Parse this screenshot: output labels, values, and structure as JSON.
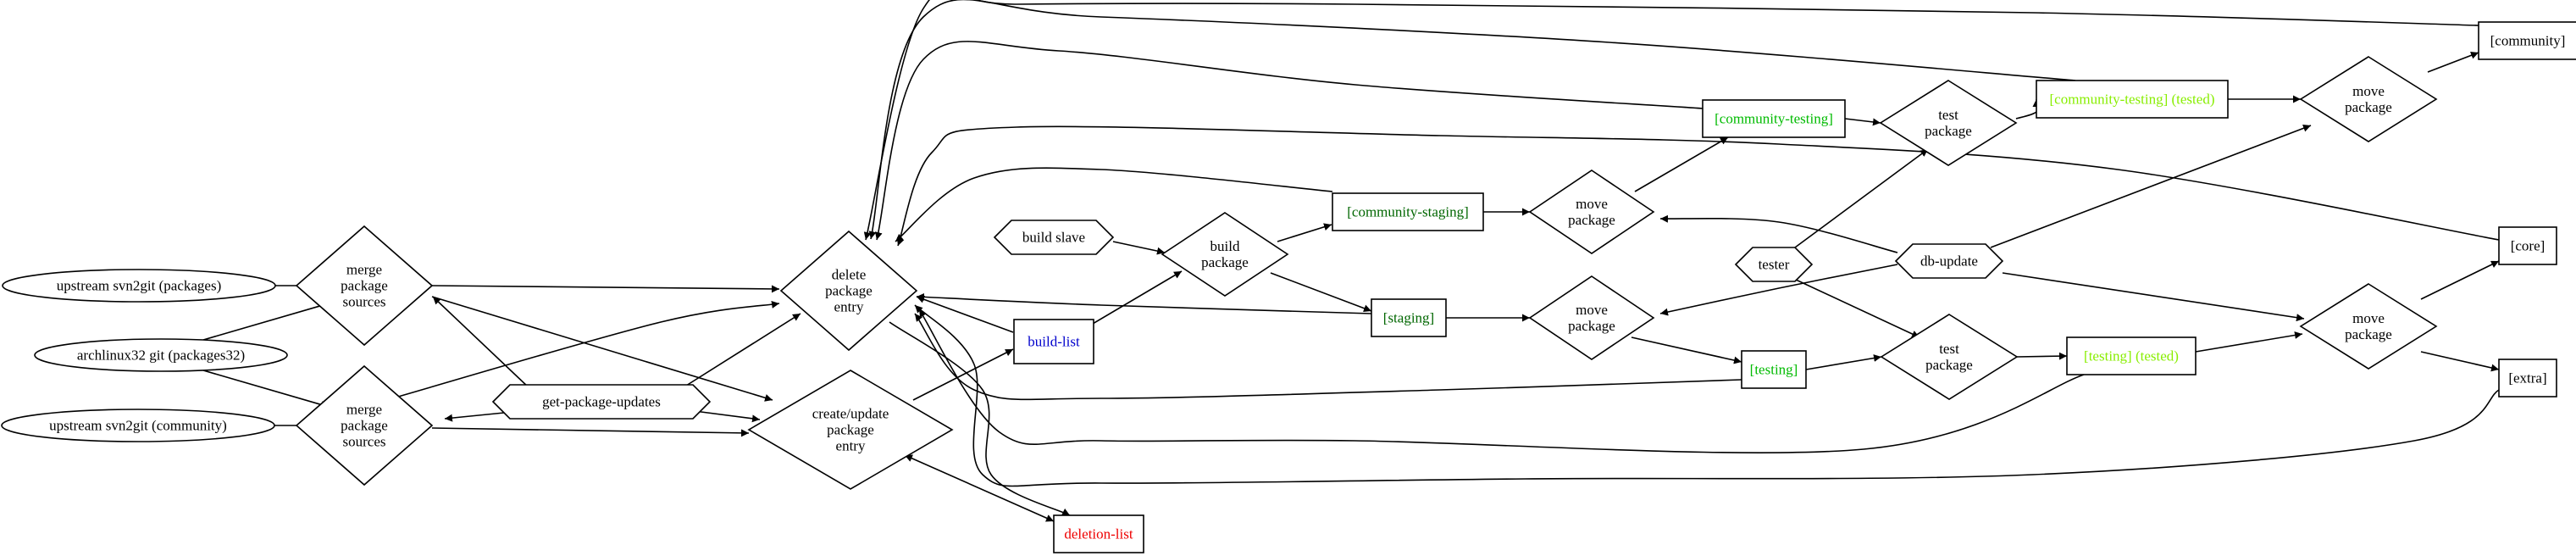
{
  "nodes": [
    {
      "id": "svn_pkg",
      "shape": "ellipse",
      "lines": [
        "upstream svn2git (packages)"
      ],
      "color": "#000000"
    },
    {
      "id": "a32",
      "shape": "ellipse",
      "lines": [
        "archlinux32 git (packages32)"
      ],
      "color": "#000000"
    },
    {
      "id": "svn_com",
      "shape": "ellipse",
      "lines": [
        "upstream svn2git (community)"
      ],
      "color": "#000000"
    },
    {
      "id": "merge1",
      "shape": "diamond",
      "lines": [
        "merge",
        "package",
        "sources"
      ],
      "color": "#000000"
    },
    {
      "id": "merge2",
      "shape": "diamond",
      "lines": [
        "merge",
        "package",
        "sources"
      ],
      "color": "#000000"
    },
    {
      "id": "gpu",
      "shape": "hexagon",
      "lines": [
        "get-package-updates"
      ],
      "color": "#000000"
    },
    {
      "id": "del",
      "shape": "diamond",
      "lines": [
        "delete",
        "package",
        "entry"
      ],
      "color": "#000000"
    },
    {
      "id": "cu",
      "shape": "diamond",
      "lines": [
        "create/update",
        "package",
        "entry"
      ],
      "color": "#000000"
    },
    {
      "id": "bl",
      "shape": "box",
      "lines": [
        "build-list"
      ],
      "color": "#0000cc"
    },
    {
      "id": "dl",
      "shape": "box",
      "lines": [
        "deletion-list"
      ],
      "color": "#ee0000"
    },
    {
      "id": "bs",
      "shape": "hexagon",
      "lines": [
        "build slave"
      ],
      "color": "#000000"
    },
    {
      "id": "build",
      "shape": "diamond",
      "lines": [
        "build",
        "package"
      ],
      "color": "#000000"
    },
    {
      "id": "cstg",
      "shape": "box",
      "lines": [
        "[community-staging]"
      ],
      "color": "#006600"
    },
    {
      "id": "stg",
      "shape": "box",
      "lines": [
        "[staging]"
      ],
      "color": "#006600"
    },
    {
      "id": "mv1",
      "shape": "diamond",
      "lines": [
        "move",
        "package"
      ],
      "color": "#000000"
    },
    {
      "id": "mv2",
      "shape": "diamond",
      "lines": [
        "move",
        "package"
      ],
      "color": "#000000"
    },
    {
      "id": "ctst",
      "shape": "box",
      "lines": [
        "[community-testing]"
      ],
      "color": "#00bb00"
    },
    {
      "id": "tst",
      "shape": "box",
      "lines": [
        "[testing]"
      ],
      "color": "#00bb00"
    },
    {
      "id": "tester",
      "shape": "hexagon",
      "lines": [
        "tester"
      ],
      "color": "#000000"
    },
    {
      "id": "dbu",
      "shape": "hexagon",
      "lines": [
        "db-update"
      ],
      "color": "#000000"
    },
    {
      "id": "tp1",
      "shape": "diamond",
      "lines": [
        "test",
        "package"
      ],
      "color": "#000000"
    },
    {
      "id": "tp2",
      "shape": "diamond",
      "lines": [
        "test",
        "package"
      ],
      "color": "#000000"
    },
    {
      "id": "ctt",
      "shape": "box",
      "lines": [
        "[community-testing] (tested)"
      ],
      "color": "#88ee00"
    },
    {
      "id": "tt",
      "shape": "box",
      "lines": [
        "[testing] (tested)"
      ],
      "color": "#88ee00"
    },
    {
      "id": "mv3",
      "shape": "diamond",
      "lines": [
        "move",
        "package"
      ],
      "color": "#000000"
    },
    {
      "id": "mv4",
      "shape": "diamond",
      "lines": [
        "move",
        "package"
      ],
      "color": "#000000"
    },
    {
      "id": "com",
      "shape": "box",
      "lines": [
        "[community]"
      ],
      "color": "#000000"
    },
    {
      "id": "core",
      "shape": "box",
      "lines": [
        "[core]"
      ],
      "color": "#000000"
    },
    {
      "id": "extra",
      "shape": "box",
      "lines": [
        "[extra]"
      ],
      "color": "#000000"
    }
  ],
  "edges": [
    {
      "from": "svn_pkg",
      "to": "merge1"
    },
    {
      "from": "a32",
      "to": "merge1"
    },
    {
      "from": "a32",
      "to": "merge2"
    },
    {
      "from": "svn_com",
      "to": "merge2"
    },
    {
      "from": "gpu",
      "to": "merge1"
    },
    {
      "from": "gpu",
      "to": "merge2"
    },
    {
      "from": "gpu",
      "to": "del"
    },
    {
      "from": "gpu",
      "to": "cu"
    },
    {
      "from": "merge1",
      "to": "del"
    },
    {
      "from": "merge1",
      "to": "cu"
    },
    {
      "from": "merge2",
      "to": "del"
    },
    {
      "from": "merge2",
      "to": "cu"
    },
    {
      "from": "cu",
      "to": "bl"
    },
    {
      "from": "bl",
      "to": "del"
    },
    {
      "from": "dl",
      "to": "cu",
      "dir": "both"
    },
    {
      "from": "del",
      "to": "dl"
    },
    {
      "from": "bl",
      "to": "build"
    },
    {
      "from": "bs",
      "to": "build"
    },
    {
      "from": "build",
      "to": "cstg"
    },
    {
      "from": "build",
      "to": "stg"
    },
    {
      "from": "cstg",
      "to": "mv1"
    },
    {
      "from": "stg",
      "to": "mv2"
    },
    {
      "from": "mv1",
      "to": "ctst"
    },
    {
      "from": "mv2",
      "to": "tst"
    },
    {
      "from": "dbu",
      "to": "mv1"
    },
    {
      "from": "dbu",
      "to": "mv2"
    },
    {
      "from": "dbu",
      "to": "mv3"
    },
    {
      "from": "dbu",
      "to": "mv4"
    },
    {
      "from": "tester",
      "to": "tp1"
    },
    {
      "from": "tester",
      "to": "tp2"
    },
    {
      "from": "ctst",
      "to": "tp1"
    },
    {
      "from": "tst",
      "to": "tp2"
    },
    {
      "from": "tp1",
      "to": "ctt"
    },
    {
      "from": "tp2",
      "to": "tt"
    },
    {
      "from": "ctt",
      "to": "mv3"
    },
    {
      "from": "tt",
      "to": "mv4"
    },
    {
      "from": "mv3",
      "to": "com"
    },
    {
      "from": "mv4",
      "to": "core"
    },
    {
      "from": "mv4",
      "to": "extra"
    },
    {
      "from": "cstg",
      "to": "del"
    },
    {
      "from": "stg",
      "to": "del"
    },
    {
      "from": "ctst",
      "to": "del"
    },
    {
      "from": "tst",
      "to": "del"
    },
    {
      "from": "ctt",
      "to": "del"
    },
    {
      "from": "tt",
      "to": "del"
    },
    {
      "from": "com",
      "to": "del"
    },
    {
      "from": "core",
      "to": "del"
    },
    {
      "from": "extra",
      "to": "del"
    }
  ]
}
